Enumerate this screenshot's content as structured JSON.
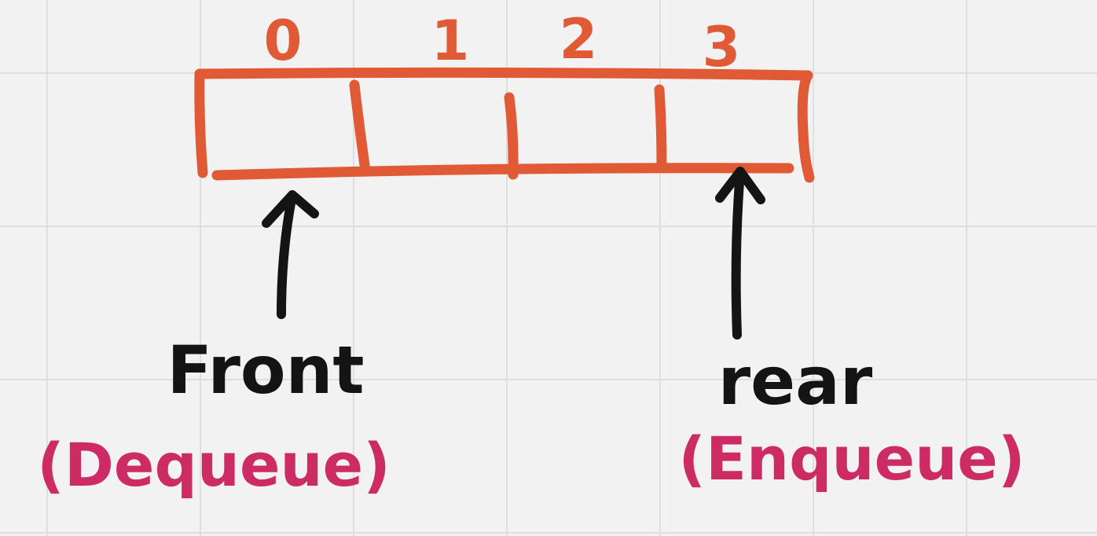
{
  "queue": {
    "indices": [
      "0",
      "1",
      "2",
      "3"
    ],
    "color": "#e05a36"
  },
  "pointers": {
    "front": {
      "label": "Front",
      "operation": "(Dequeue)"
    },
    "rear": {
      "label": "rear",
      "operation": "(Enqueue)"
    },
    "label_color": "#141414",
    "operation_color": "#cc2b63"
  },
  "background": {
    "color": "#f2f2f2",
    "grid_color": "#dedede"
  }
}
